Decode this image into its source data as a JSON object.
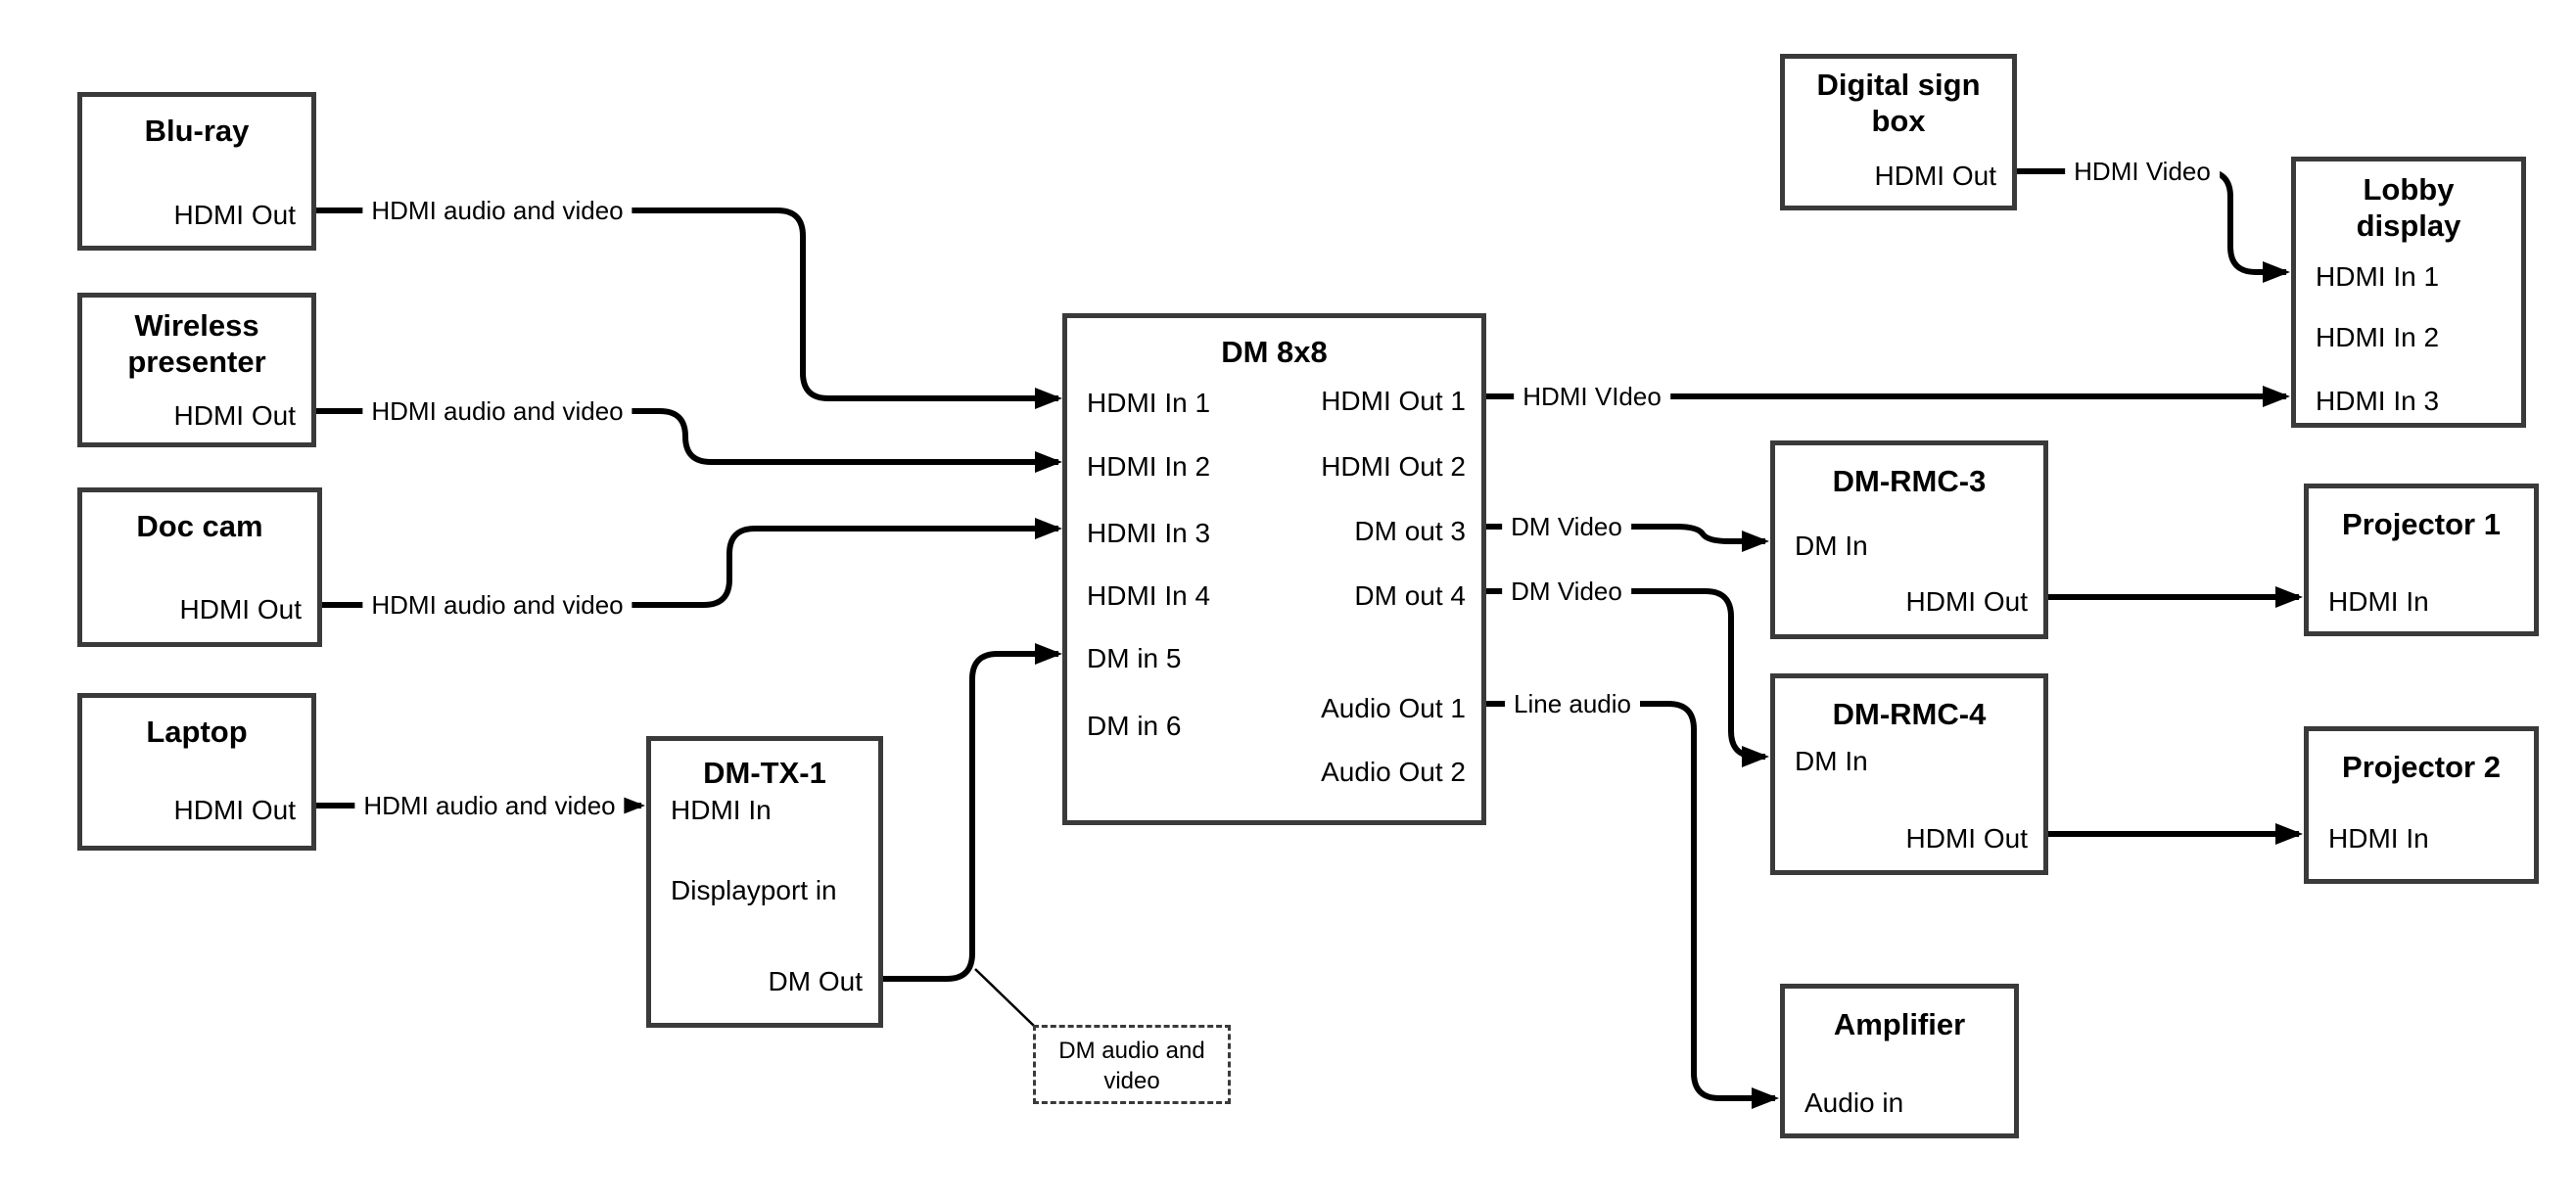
{
  "colors": {
    "wire": "#000000",
    "box_border": "#3a3a3a",
    "background": "#ffffff",
    "text": "#000000"
  },
  "nodes": {
    "blu_ray": {
      "title": "Blu-ray",
      "ports": [
        "HDMI Out"
      ]
    },
    "wireless_presenter": {
      "title": "Wireless presenter",
      "ports": [
        "HDMI Out"
      ]
    },
    "doc_cam": {
      "title": "Doc cam",
      "ports": [
        "HDMI Out"
      ]
    },
    "laptop": {
      "title": "Laptop",
      "ports": [
        "HDMI Out"
      ]
    },
    "dm_tx_1": {
      "title": "DM-TX-1",
      "ports": [
        "HDMI In",
        "Displayport in",
        "DM Out"
      ]
    },
    "dm_8x8": {
      "title": "DM 8x8",
      "inputs": [
        "HDMI In 1",
        "HDMI In 2",
        "HDMI In 3",
        "HDMI In 4",
        "DM in 5",
        "DM in 6"
      ],
      "outputs": [
        "HDMI Out 1",
        "HDMI Out 2",
        "DM out 3",
        "DM out 4",
        "Audio Out 1",
        "Audio Out 2"
      ]
    },
    "digital_sign_box": {
      "title": "Digital sign box",
      "ports": [
        "HDMI Out"
      ]
    },
    "lobby_display": {
      "title": "Lobby display",
      "ports": [
        "HDMI In 1",
        "HDMI In 2",
        "HDMI In 3"
      ]
    },
    "dm_rmc_3": {
      "title": "DM-RMC-3",
      "ports": [
        "DM In",
        "HDMI Out"
      ]
    },
    "projector_1": {
      "title": "Projector 1",
      "ports": [
        "HDMI In"
      ]
    },
    "dm_rmc_4": {
      "title": "DM-RMC-4",
      "ports": [
        "DM In",
        "HDMI Out"
      ]
    },
    "projector_2": {
      "title": "Projector 2",
      "ports": [
        "HDMI In"
      ]
    },
    "amplifier": {
      "title": "Amplifier",
      "ports": [
        "Audio in"
      ]
    },
    "note": {
      "text": "DM audio and video"
    }
  },
  "wire_labels": {
    "blu_ray": "HDMI audio and video",
    "wireless_presenter": "HDMI audio and video",
    "doc_cam": "HDMI audio and video",
    "laptop": "HDMI audio and video",
    "hdmi_out_1": "HDMI VIdeo",
    "digital_sign": "HDMI Video",
    "dm_out_3": "DM Video",
    "dm_out_4": "DM Video",
    "audio_out_1": "Line audio"
  }
}
